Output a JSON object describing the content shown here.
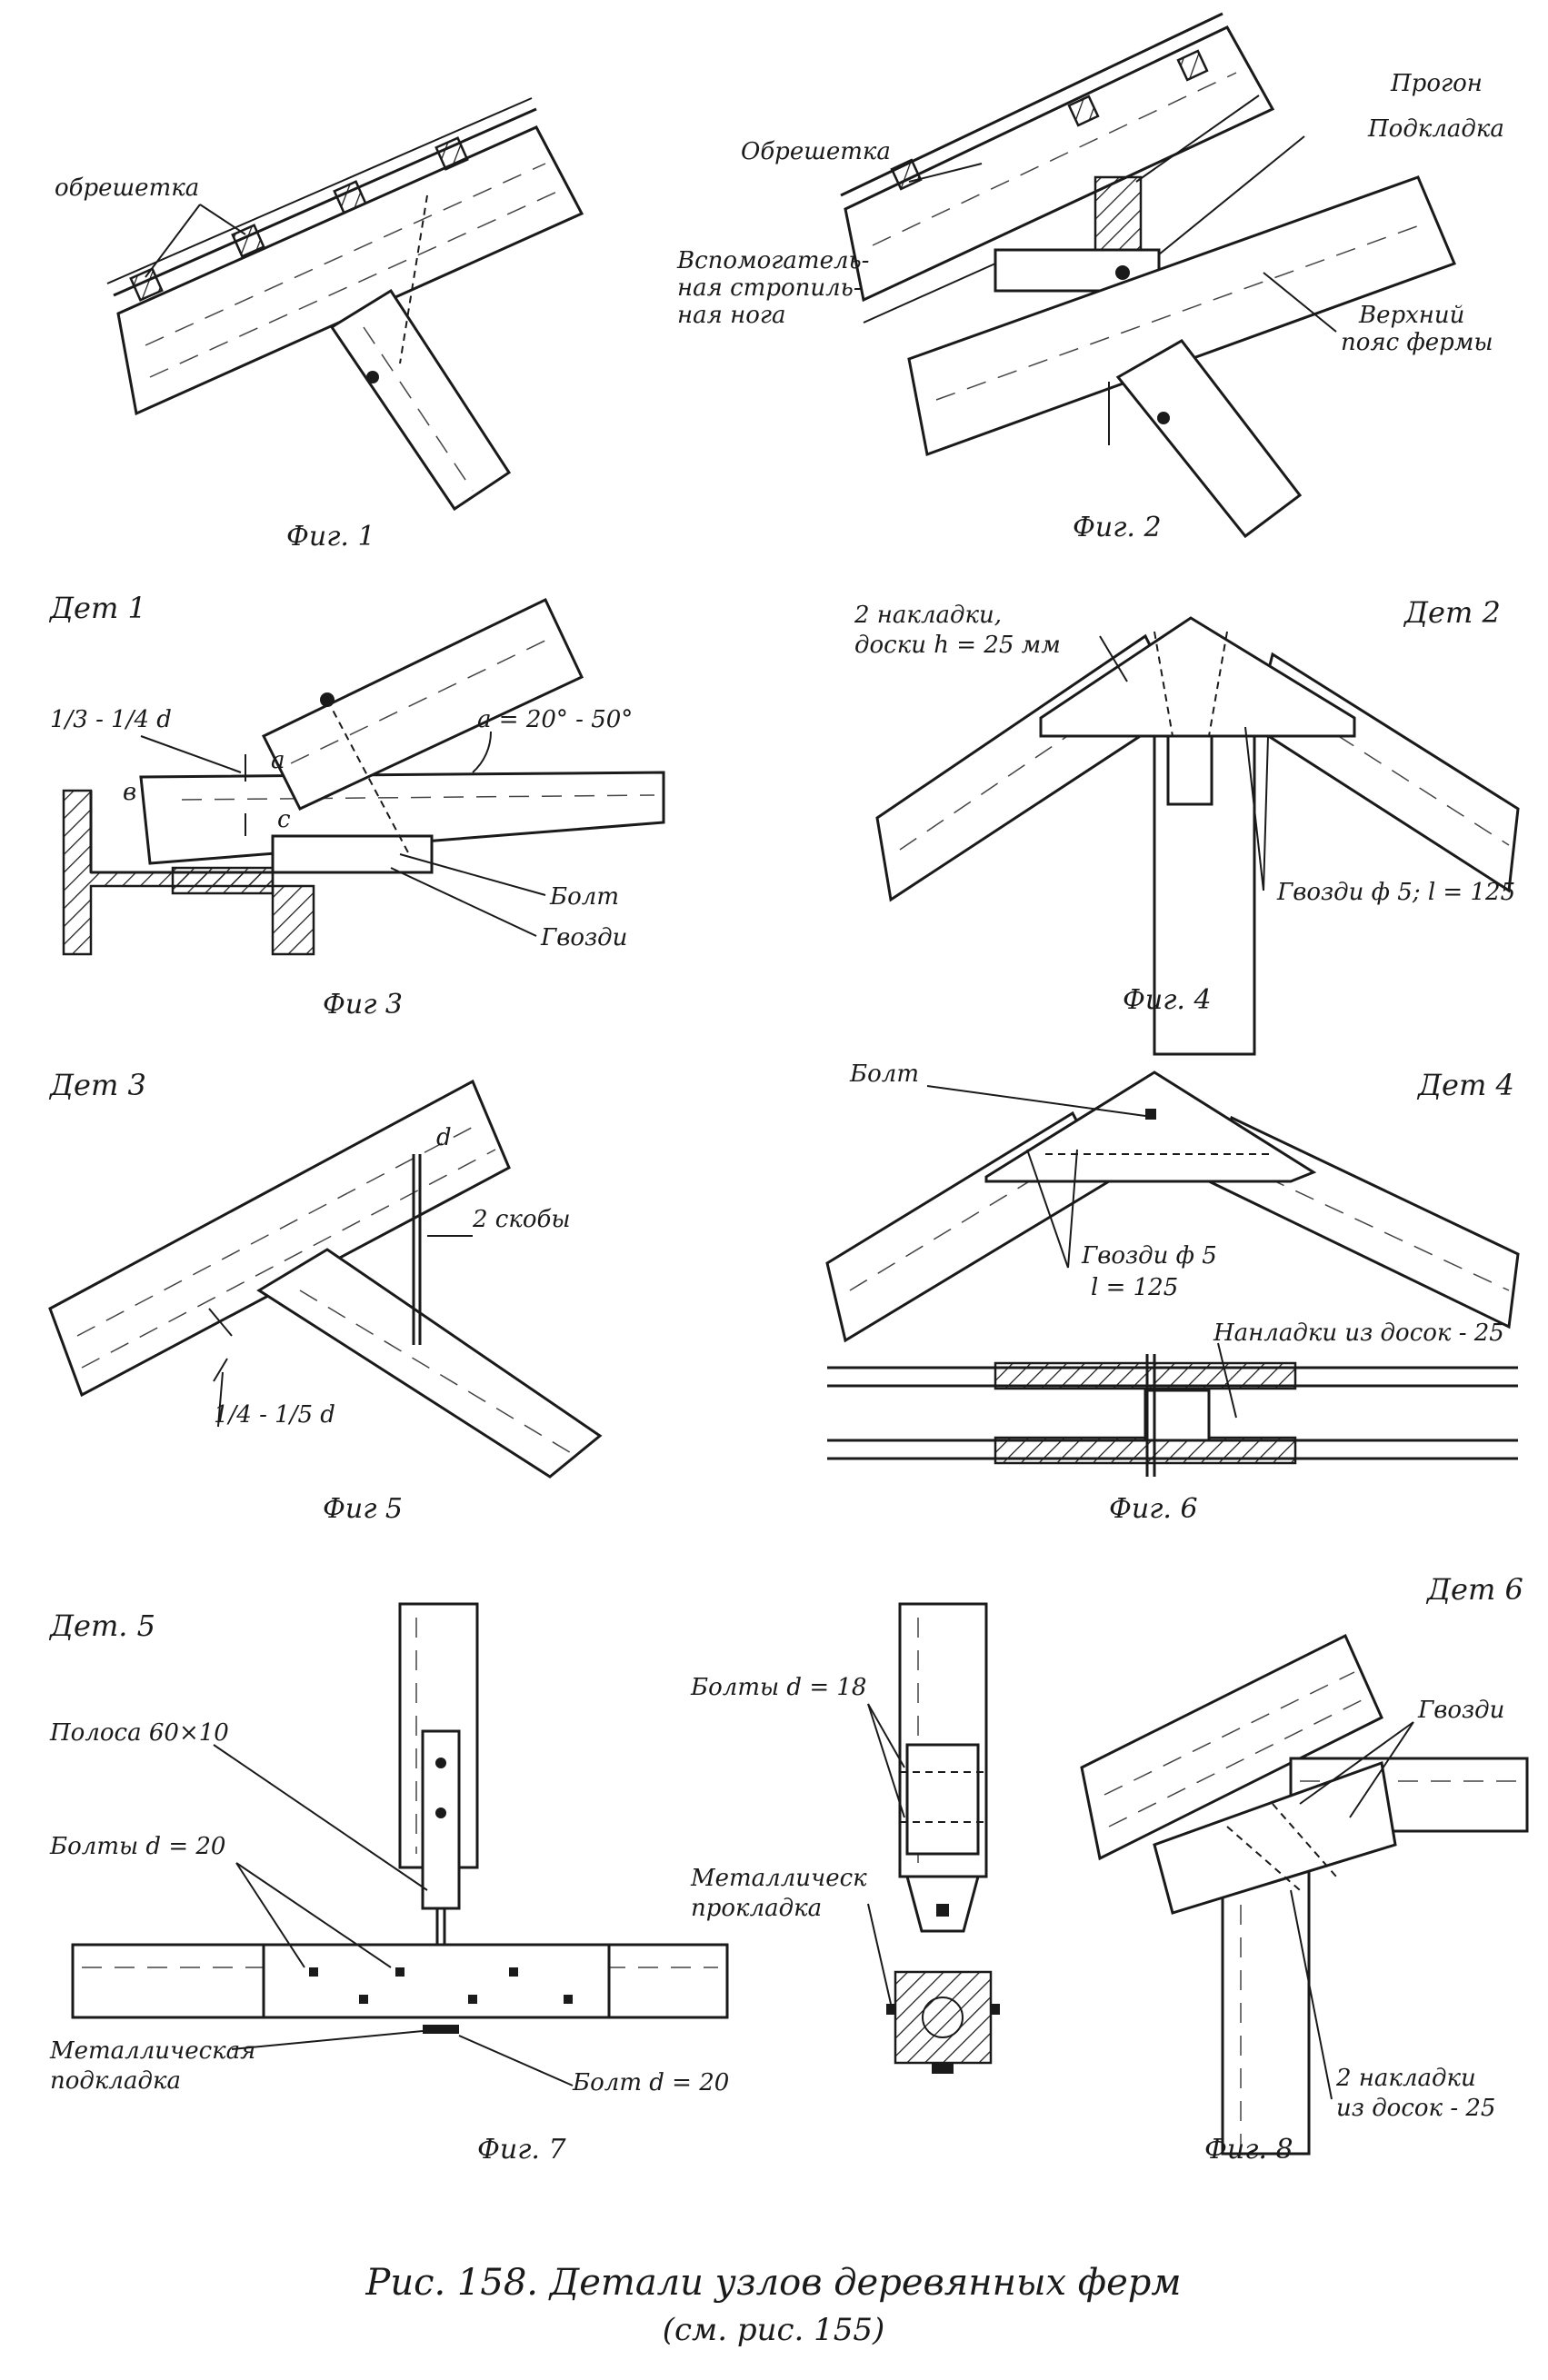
{
  "caption": {
    "title": "Рис. 158. Детали узлов деревянных ферм",
    "subtitle": "(см. рис. 155)"
  },
  "figures": {
    "fig1": {
      "label": "Фиг. 1",
      "callouts": [
        "обрешетка"
      ]
    },
    "fig2": {
      "label": "Фиг. 2",
      "callouts": [
        "Обрешетка",
        "Прогон",
        "Подкладка",
        "Вспомогатель-",
        "ная стропиль-",
        "ная нога",
        "Верхний",
        "пояс фермы"
      ]
    },
    "fig3": {
      "label": "Фиг 3",
      "detail": "Дет 1",
      "callouts": [
        "1/3 - 1/4 d",
        "a = 20° - 50°",
        "в",
        "a",
        "c",
        "Болт",
        "Гвозди"
      ]
    },
    "fig4": {
      "label": "Фиг. 4",
      "detail": "Дет 2",
      "callouts": [
        "2 накладки,",
        "доски h = 25 мм",
        "Гвозди ф 5; l = 125"
      ]
    },
    "fig5": {
      "label": "Фиг 5",
      "detail": "Дет 3",
      "callouts": [
        "d",
        "2 скобы",
        "1/4 - 1/5 d"
      ]
    },
    "fig6": {
      "label": "Фиг. 6",
      "detail": "Дет 4",
      "callouts": [
        "Болт",
        "Гвозди ф 5",
        "l = 125",
        "Нанладки из досок - 25"
      ]
    },
    "fig7": {
      "label": "Фиг. 7",
      "detail": "Дет. 5",
      "callouts": [
        "Полоса 60×10",
        "Болты d = 20",
        "Металлическая",
        "подкладка",
        "Болт d = 20",
        "Болты d = 18",
        "Металлическ",
        "прокладка"
      ]
    },
    "fig8": {
      "label": "Фиг. 8",
      "detail": "Дет 6",
      "callouts": [
        "Гвозди",
        "2 накладки",
        "из досок - 25"
      ]
    }
  }
}
